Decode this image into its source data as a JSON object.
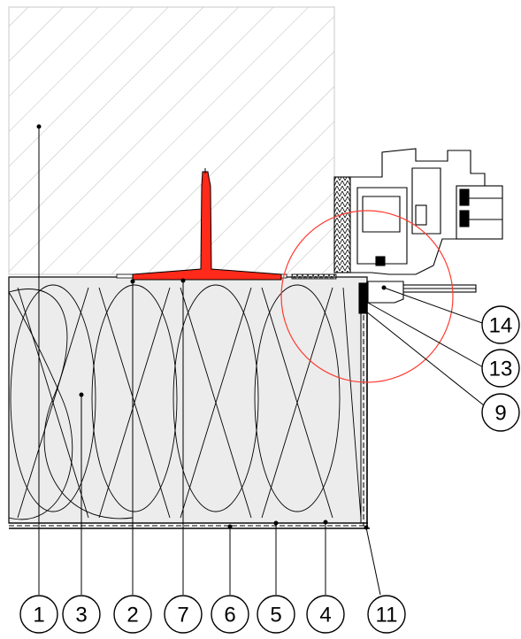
{
  "diagram": {
    "callouts": [
      {
        "id": "c1",
        "label": "1"
      },
      {
        "id": "c3",
        "label": "3"
      },
      {
        "id": "c2",
        "label": "2"
      },
      {
        "id": "c7",
        "label": "7"
      },
      {
        "id": "c6",
        "label": "6"
      },
      {
        "id": "c5",
        "label": "5"
      },
      {
        "id": "c4",
        "label": "4"
      },
      {
        "id": "c11",
        "label": "11"
      },
      {
        "id": "c14",
        "label": "14"
      },
      {
        "id": "c13",
        "label": "13"
      },
      {
        "id": "c9",
        "label": "9"
      }
    ],
    "colors": {
      "bracket": "#ff2a1a",
      "detail_circle": "#ff3b30",
      "insulation_fill": "#ececec",
      "hatch": "#bdbdbd",
      "line": "#000000"
    }
  }
}
